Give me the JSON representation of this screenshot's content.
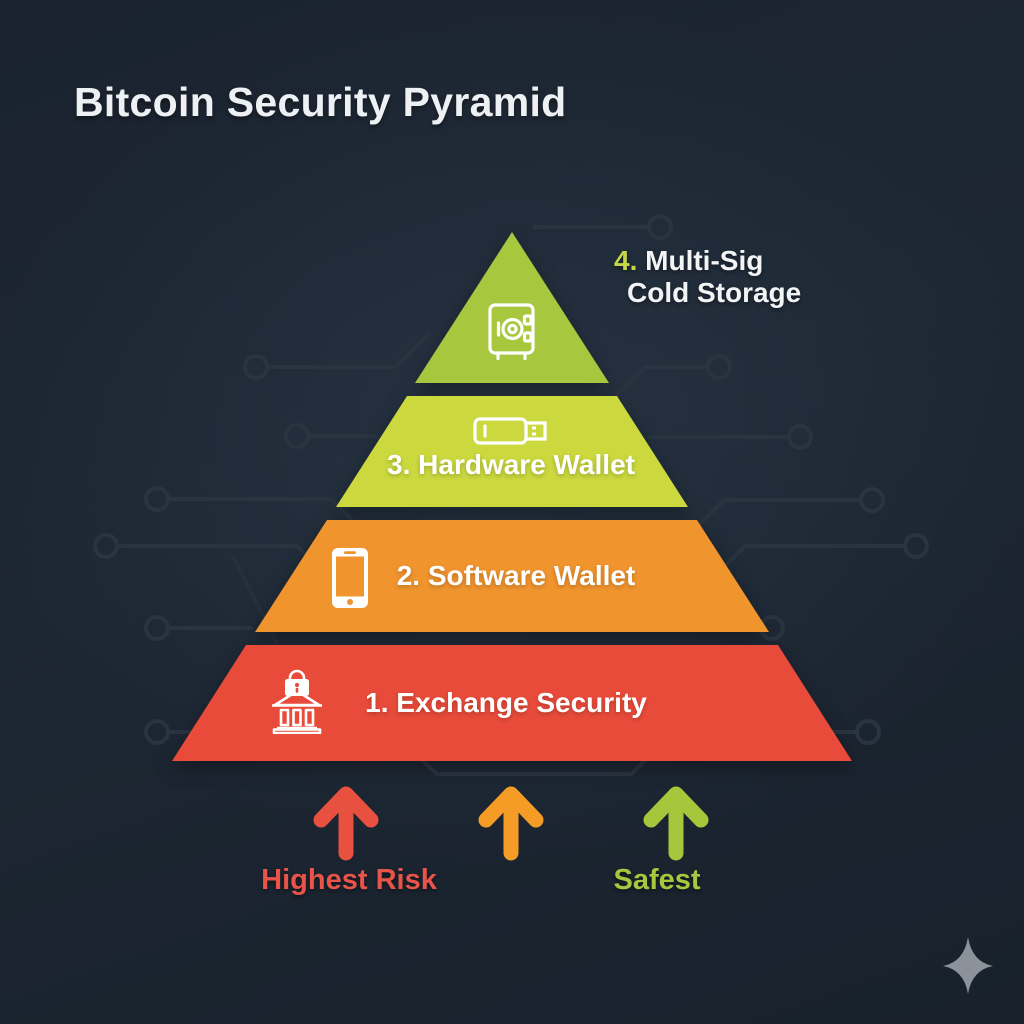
{
  "title": "Bitcoin Security Pyramid",
  "background": {
    "base_color": "#1d2733",
    "circuit_color": "#2a3441"
  },
  "pyramid": {
    "levels": [
      {
        "number": "4.",
        "number_color": "#c6d64a",
        "line1": "Multi-Sig",
        "line2": "Cold Storage",
        "color": "#a7c83e",
        "icon": "safe-vault-icon",
        "text_color": "#ffffff"
      },
      {
        "label": "3. Hardware Wallet",
        "color": "#cbd83e",
        "icon": "usb-hardware-wallet-icon",
        "text_color": "#ffffff"
      },
      {
        "label": "2. Software Wallet",
        "color": "#f0942e",
        "icon": "smartphone-icon",
        "text_color": "#ffffff"
      },
      {
        "label": "1. Exchange Security",
        "color": "#e84b3a",
        "icon": "bank-lock-icon",
        "text_color": "#ffffff"
      }
    ]
  },
  "risk_scale": {
    "arrows": [
      {
        "name": "highest-risk-arrow",
        "color": "#e8503f"
      },
      {
        "name": "medium-risk-arrow",
        "color": "#f49c26"
      },
      {
        "name": "safest-arrow",
        "color": "#a6c63c"
      }
    ],
    "left_label": "Highest Risk",
    "left_label_color": "#e8544a",
    "right_label": "Safest",
    "right_label_color": "#a8c63e"
  },
  "decoration": {
    "sparkle_color": "#8b9299"
  }
}
